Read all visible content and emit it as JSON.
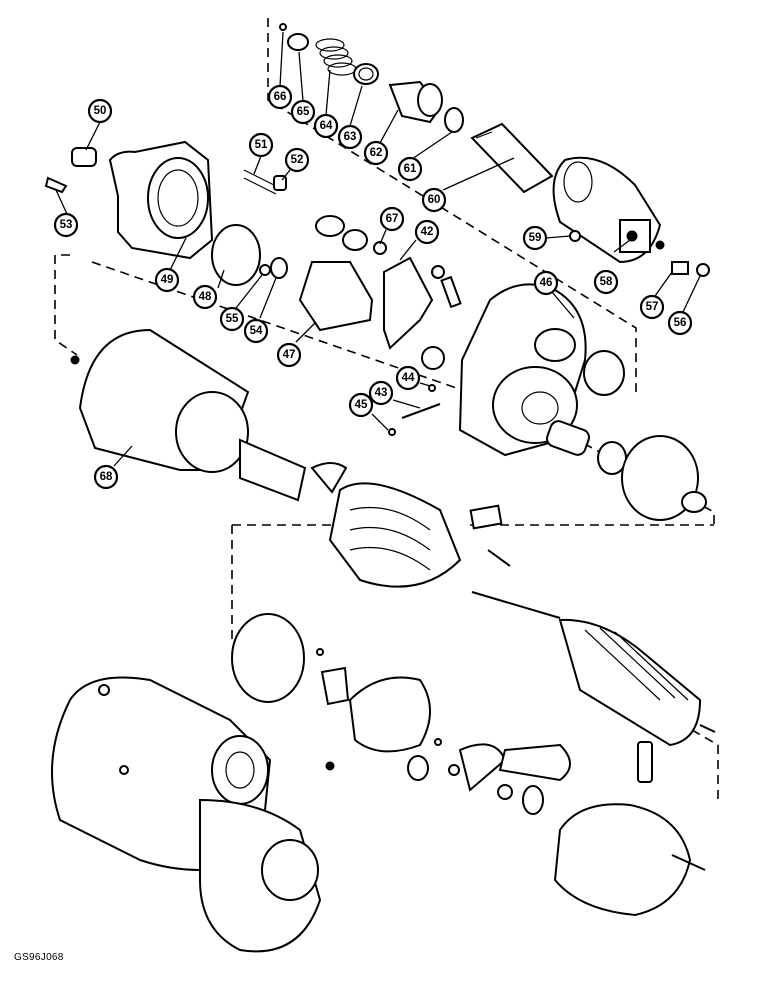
{
  "drawing": {
    "reference_code": "GS96J068"
  },
  "callouts": [
    {
      "id": "c66",
      "label": "66"
    },
    {
      "id": "c65",
      "label": "65"
    },
    {
      "id": "c64",
      "label": "64"
    },
    {
      "id": "c63",
      "label": "63"
    },
    {
      "id": "c62",
      "label": "62"
    },
    {
      "id": "c61",
      "label": "61"
    },
    {
      "id": "c60",
      "label": "60"
    },
    {
      "id": "c59",
      "label": "59"
    },
    {
      "id": "c58",
      "label": "58"
    },
    {
      "id": "c57",
      "label": "57"
    },
    {
      "id": "c56",
      "label": "56"
    },
    {
      "id": "c50",
      "label": "50"
    },
    {
      "id": "c51",
      "label": "51"
    },
    {
      "id": "c52",
      "label": "52"
    },
    {
      "id": "c53",
      "label": "53"
    },
    {
      "id": "c49",
      "label": "49"
    },
    {
      "id": "c48",
      "label": "48"
    },
    {
      "id": "c55",
      "label": "55"
    },
    {
      "id": "c54",
      "label": "54"
    },
    {
      "id": "c47",
      "label": "47"
    },
    {
      "id": "c67",
      "label": "67"
    },
    {
      "id": "c42",
      "label": "42"
    },
    {
      "id": "c46",
      "label": "46"
    },
    {
      "id": "c44",
      "label": "44"
    },
    {
      "id": "c43",
      "label": "43"
    },
    {
      "id": "c45",
      "label": "45"
    },
    {
      "id": "c68",
      "label": "68"
    }
  ]
}
